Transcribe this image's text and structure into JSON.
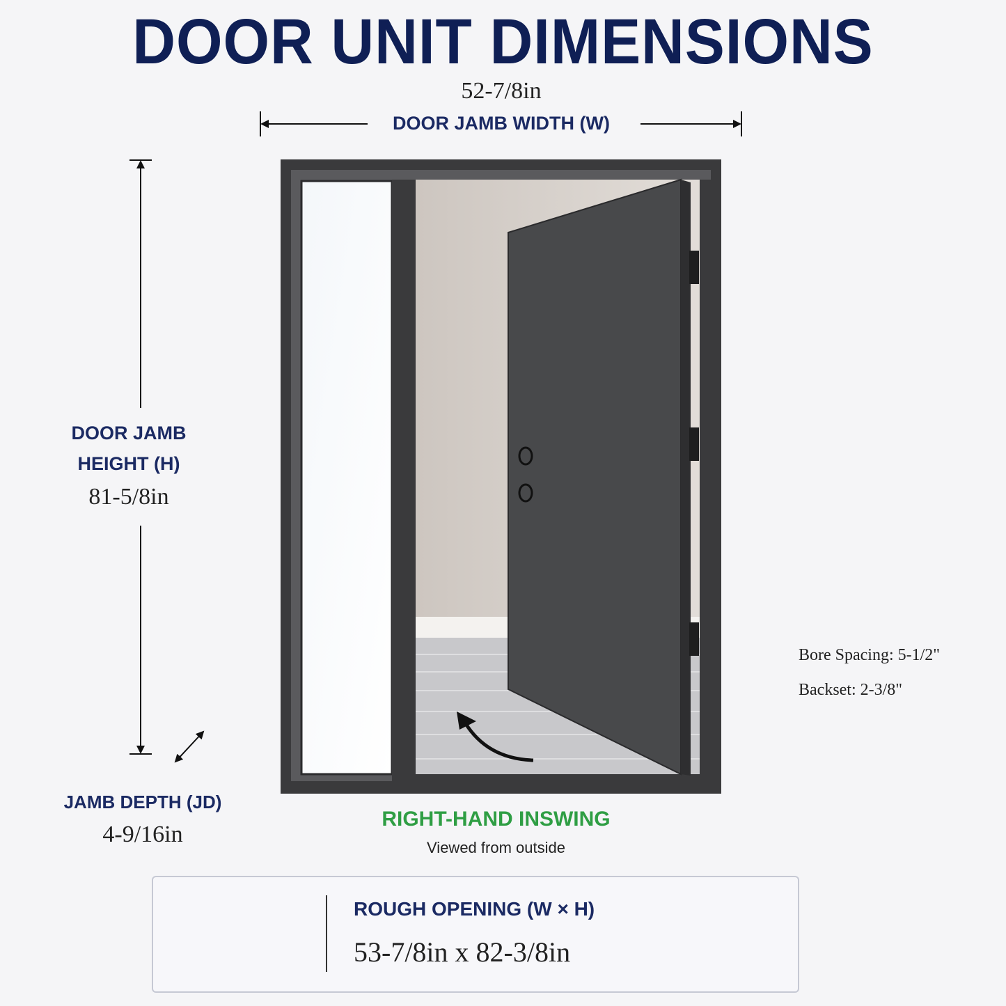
{
  "title": "DOOR UNIT DIMENSIONS",
  "width": {
    "value": "52-7/8in",
    "label": "DOOR JAMB WIDTH (W)"
  },
  "height": {
    "label_line1": "DOOR JAMB",
    "label_line2": "HEIGHT (H)",
    "value": "81-5/8in"
  },
  "jamb_depth": {
    "label": "JAMB DEPTH (JD)",
    "value": "4-9/16in"
  },
  "swing": {
    "label": "RIGHT-HAND INSWING",
    "sub": "Viewed from outside"
  },
  "hardware": {
    "bore_spacing": "Bore Spacing: 5-1/2\"",
    "backset": "Backset:  2-3/8\""
  },
  "rough_opening": {
    "label": "ROUGH OPENING (W × H)",
    "value": "53-7/8in x 82-3/8in",
    "icon": "door-frame-icon"
  },
  "colors": {
    "navy": "#1b2a63",
    "green": "#2f9e44",
    "frame": "#3a3a3c",
    "door": "#48494b"
  }
}
